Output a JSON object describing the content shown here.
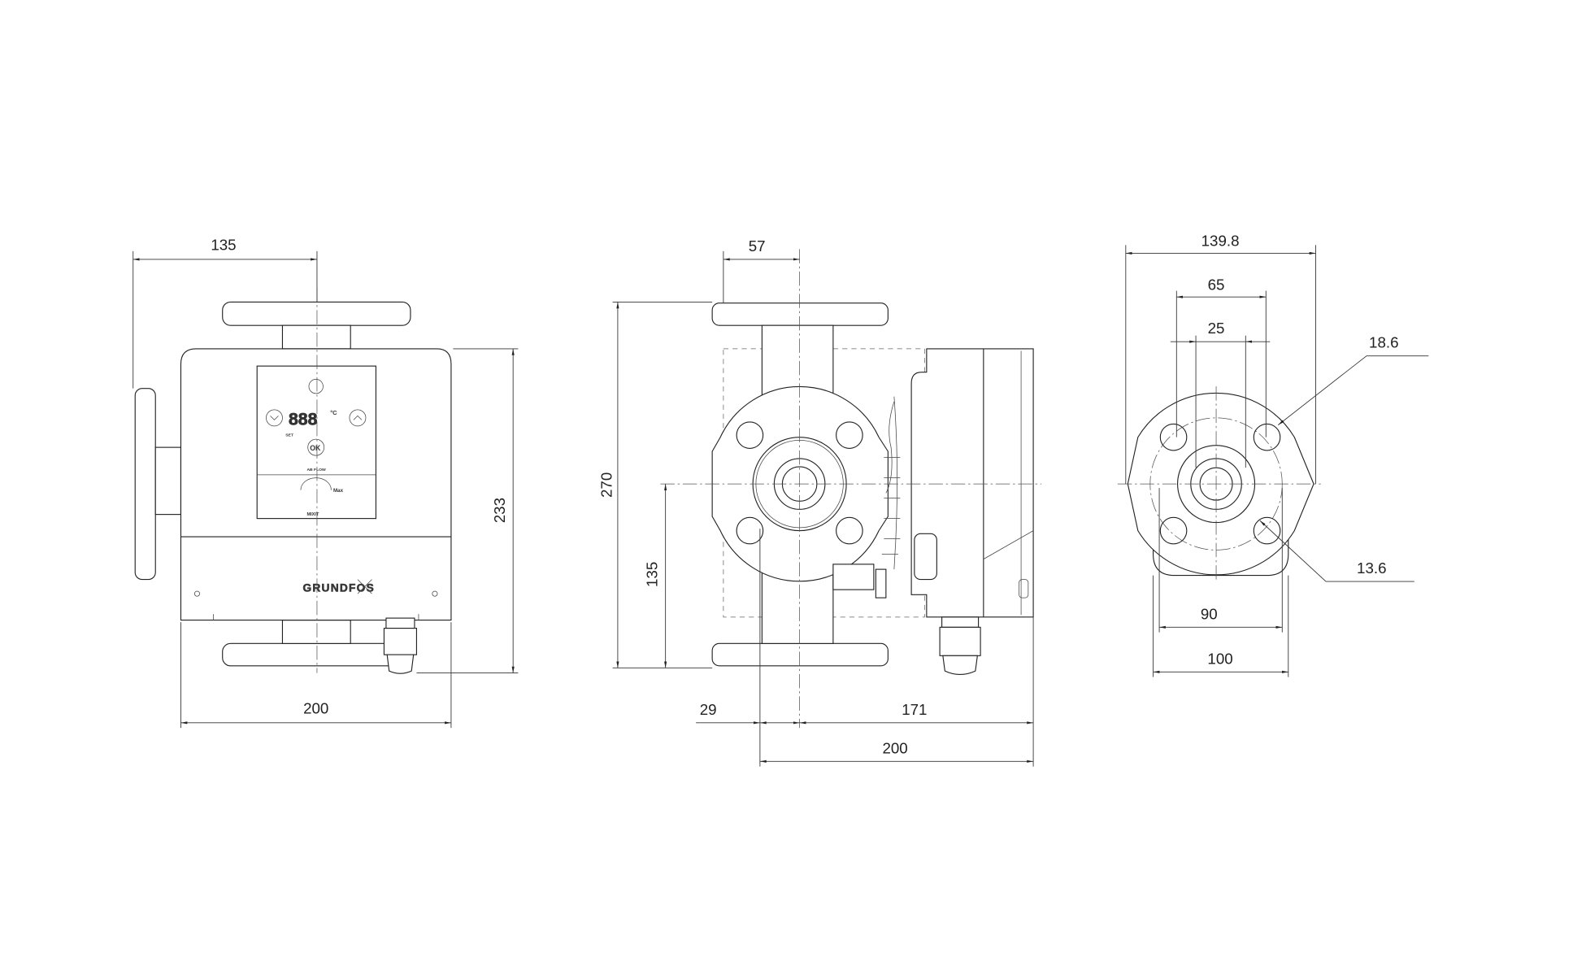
{
  "drawing": {
    "front_view": {
      "dimensions": {
        "top_width": "135",
        "bottom_width": "200",
        "height": "233"
      },
      "brand": "GRUNDFOS",
      "panel": {
        "display": "888",
        "unit": "°C",
        "ok_label": "OK",
        "set_label": "SET",
        "flow_label": "AB FLOW",
        "max_label": "Max",
        "mode_label": "MIXIT"
      }
    },
    "side_view": {
      "dimensions": {
        "flange_offset": "57",
        "height": "270",
        "center_height": "135",
        "left_offset": "29",
        "right_length": "171",
        "total_length": "200"
      }
    },
    "flange_view": {
      "dimensions": {
        "outer_width": "139.8",
        "bolt_circle": "65",
        "bore": "25",
        "bolt_hole_large": "18.6",
        "bolt_hole_small": "13.6",
        "inner_width": "90",
        "base_width": "100"
      }
    }
  }
}
